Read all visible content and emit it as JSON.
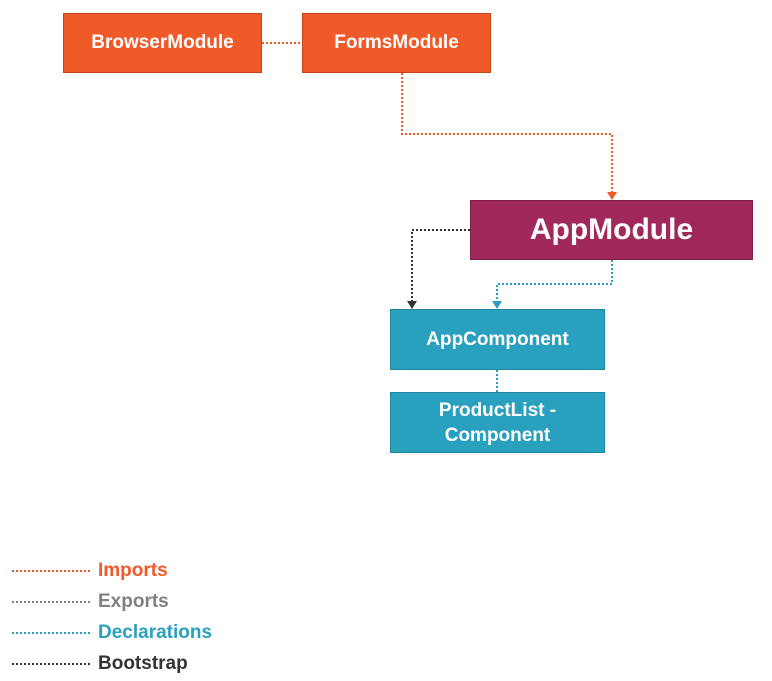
{
  "nodes": {
    "browser_module": "BrowserModule",
    "forms_module": "FormsModule",
    "app_module": "AppModule",
    "app_component": "AppComponent",
    "productlist_component": "ProductList - Component"
  },
  "legend": {
    "imports": "Imports",
    "exports": "Exports",
    "declarations": "Declarations",
    "bootstrap": "Bootstrap"
  },
  "colors": {
    "imports": "#f05a28",
    "exports": "#808080",
    "declarations": "#2aa0bf",
    "bootstrap": "#333333",
    "app_module": "#a0285a"
  }
}
